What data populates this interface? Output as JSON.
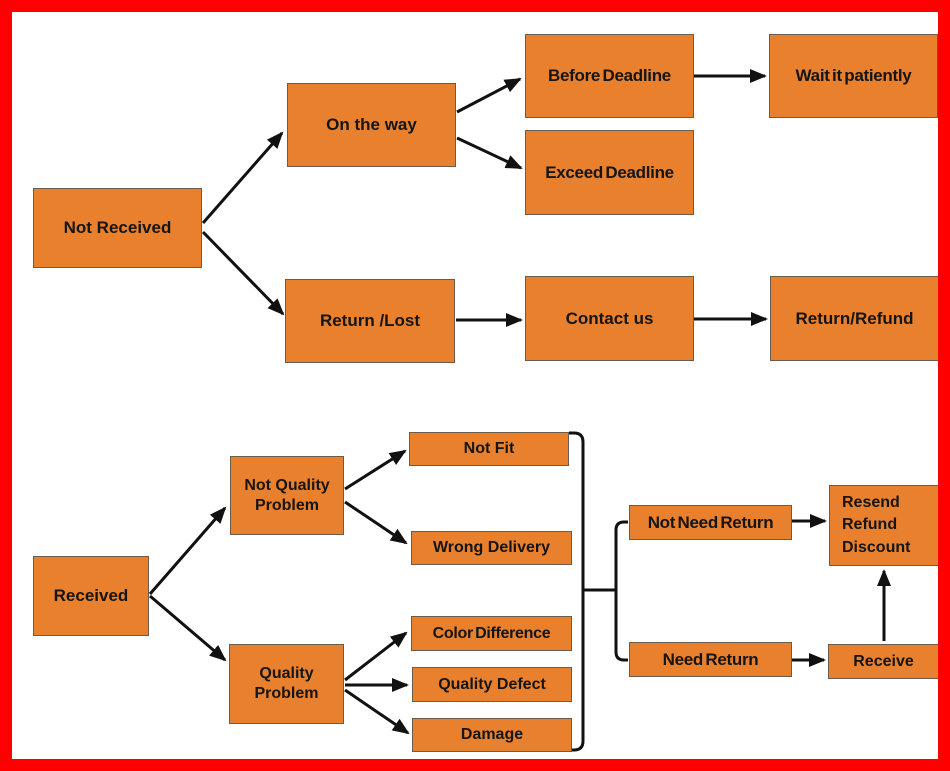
{
  "colors": {
    "frame": "#fe0000",
    "canvas-bg": "#ffffff",
    "node-fill": "#e8802e",
    "node-border": "#6b5b49",
    "text": "#151515",
    "connector": "#111111"
  },
  "diagram": {
    "kind": "flowchart",
    "nodes": {
      "not_received": "Not Received",
      "on_the_way": "On the way",
      "return_lost": "Return /Lost",
      "before_deadline": "Before Deadline",
      "wait_it_patiently": "Wait it patiently",
      "exceed_deadline": "Exceed Deadline",
      "contact_us": "Contact us",
      "return_refund": "Return/Refund",
      "received": "Received",
      "not_quality_problem": "Not Quality Problem",
      "quality_problem": "Quality Problem",
      "not_fit": "Not Fit",
      "wrong_delivery": "Wrong Delivery",
      "color_difference": "Color Difference",
      "quality_defect": "Quality Defect",
      "damage": "Damage",
      "not_need_return": "Not Need Return",
      "need_return": "Need Return",
      "resend_refund_discount": "Resend Refund Discount",
      "receive": "Receive"
    },
    "edges": [
      {
        "from": "not_received",
        "to": "on_the_way",
        "type": "arrow"
      },
      {
        "from": "not_received",
        "to": "return_lost",
        "type": "arrow"
      },
      {
        "from": "on_the_way",
        "to": "before_deadline",
        "type": "arrow"
      },
      {
        "from": "on_the_way",
        "to": "exceed_deadline",
        "type": "arrow"
      },
      {
        "from": "before_deadline",
        "to": "wait_it_patiently",
        "type": "arrow"
      },
      {
        "from": "return_lost",
        "to": "contact_us",
        "type": "arrow"
      },
      {
        "from": "contact_us",
        "to": "return_refund",
        "type": "arrow"
      },
      {
        "from": "received",
        "to": "not_quality_problem",
        "type": "arrow"
      },
      {
        "from": "received",
        "to": "quality_problem",
        "type": "arrow"
      },
      {
        "from": "not_quality_problem",
        "to": "not_fit",
        "type": "arrow"
      },
      {
        "from": "not_quality_problem",
        "to": "wrong_delivery",
        "type": "arrow"
      },
      {
        "from": "quality_problem",
        "to": "color_difference",
        "type": "arrow"
      },
      {
        "from": "quality_problem",
        "to": "quality_defect",
        "type": "arrow"
      },
      {
        "from": "quality_problem",
        "to": "damage",
        "type": "arrow"
      },
      {
        "from": "not_fit|wrong_delivery|color_difference|quality_defect|damage",
        "to": "not_need_return|need_return",
        "type": "bracket"
      },
      {
        "from": "not_need_return",
        "to": "resend_refund_discount",
        "type": "arrow"
      },
      {
        "from": "need_return",
        "to": "receive",
        "type": "arrow"
      },
      {
        "from": "receive",
        "to": "resend_refund_discount",
        "type": "arrow"
      }
    ]
  }
}
